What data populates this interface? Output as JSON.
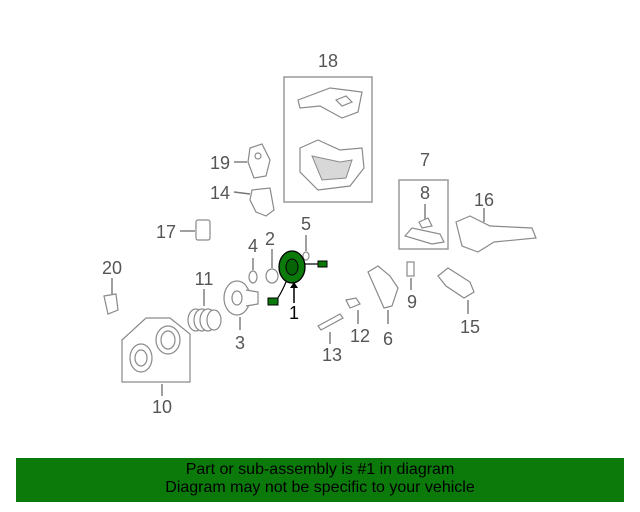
{
  "callouts": {
    "c1": "1",
    "c2": "2",
    "c3": "3",
    "c4": "4",
    "c5": "5",
    "c6": "6",
    "c7": "7",
    "c8": "8",
    "c9": "9",
    "c10": "10",
    "c11": "11",
    "c12": "12",
    "c13": "13",
    "c14": "14",
    "c15": "15",
    "c16": "16",
    "c17": "17",
    "c18": "18",
    "c19": "19",
    "c20": "20"
  },
  "highlight_color": "#0b7a0b",
  "banner": {
    "line1": "Part or sub-assembly is #1 in diagram",
    "line2": "Diagram may not be specific to your vehicle",
    "background": "#0b7a0b"
  }
}
